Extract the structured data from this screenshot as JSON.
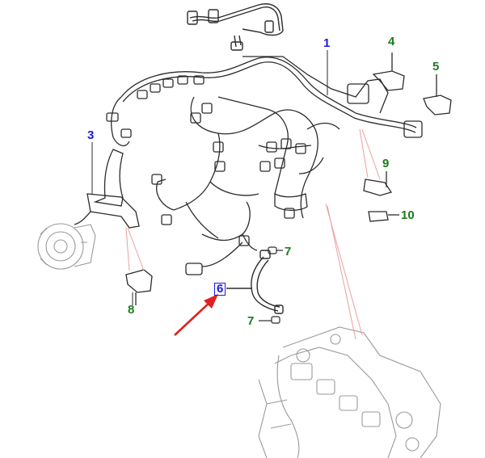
{
  "callouts": [
    {
      "id": "c1",
      "text": "1",
      "color": "blue"
    },
    {
      "id": "c3",
      "text": "3",
      "color": "blue"
    },
    {
      "id": "c4",
      "text": "4",
      "color": "green"
    },
    {
      "id": "c5",
      "text": "5",
      "color": "green"
    },
    {
      "id": "c6",
      "text": "6",
      "color": "blue",
      "highlighted": true
    },
    {
      "id": "c7a",
      "text": "7",
      "color": "green"
    },
    {
      "id": "c7b",
      "text": "7",
      "color": "green"
    },
    {
      "id": "c8",
      "text": "8",
      "color": "green"
    },
    {
      "id": "c9",
      "text": "9",
      "color": "green"
    },
    {
      "id": "c10",
      "text": "10",
      "color": "green"
    }
  ],
  "colors": {
    "line": "#2b2b2b",
    "faint": "#9a9a9a",
    "leader_red": "#e8a0a0",
    "arrow_red": "#e02020",
    "callout_blue": "#1a1adc",
    "callout_green": "#1e7a1e"
  }
}
